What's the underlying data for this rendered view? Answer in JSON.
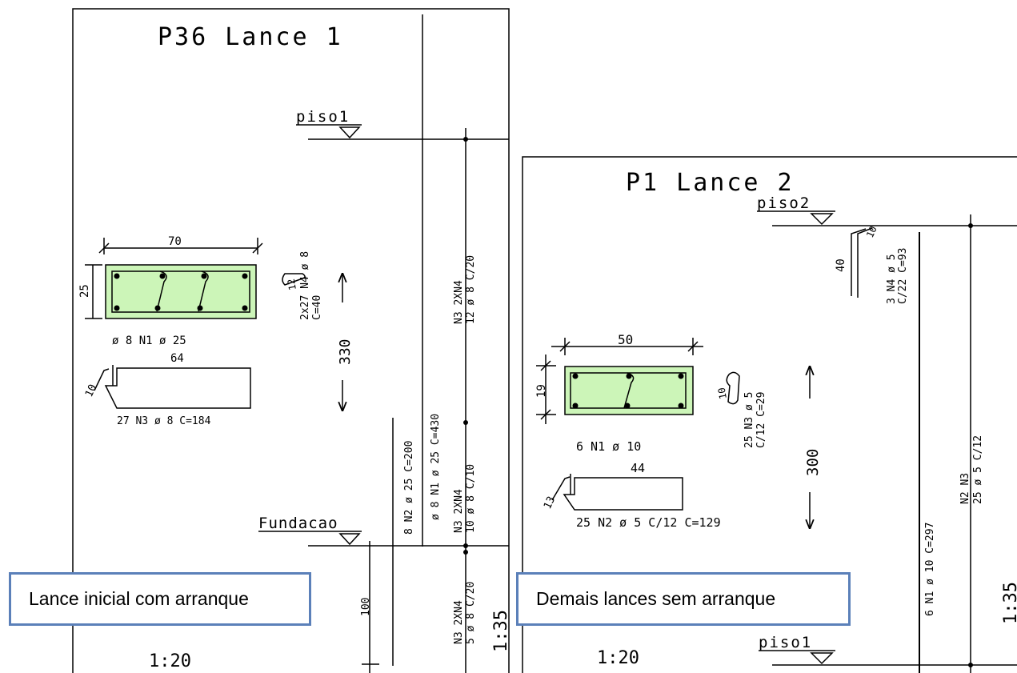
{
  "left": {
    "title": "P36 Lance 1",
    "level_top": "piso1",
    "level_bottom": "Fundacao",
    "section_width": "70",
    "section_height": "25",
    "n1_label": "ø 8 N1 ø 25",
    "n3_length": "64",
    "n3_hook": "10",
    "n3_label": "27 N3 ø 8 C=184",
    "stirrup_hook": "12",
    "stirrup_label_1": "2x27 N4 ø 8",
    "stirrup_label_2": "C=40",
    "height": "330",
    "bar_n3n4_a_1": "N3 2XN4",
    "bar_n3n4_a_2": "12 ø 8 C/20",
    "bar_n1": "ø 8 N1 ø 25 C=430",
    "bar_n2": "8 N2 ø 25 C=200",
    "bar_n3n4_b_1": "N3 2XN4",
    "bar_n3n4_b_2": "10 ø 8 C/10",
    "bar_n3n4_c_1": "N3 2XN4",
    "bar_n3n4_c_2": "5 ø 8 C/20",
    "depth": "100",
    "scale": "1:20",
    "scale_b": "1:35",
    "callout": "Lance inicial com arranque"
  },
  "right": {
    "title": "P1 Lance 2",
    "level_top": "piso2",
    "level_bottom": "piso1",
    "n4_hook": "10",
    "n4_len": "40",
    "n4_label_1": "3 N4 ø 5",
    "n4_label_2": "C/22 C=93",
    "section_width": "50",
    "section_height": "19",
    "stirrup_hook": "10",
    "stirrup_label_1": "25 N3 ø 5",
    "stirrup_label_2": "C/12 C=29",
    "n1_label": "6 N1 ø 10",
    "n2_length": "44",
    "n2_hook": "13",
    "n2_label": "25 N2 ø 5 C/12 C=129",
    "height": "300",
    "bar_n1": "6 N1 ø 10 C=297",
    "bar_n2n3_1": "N2 N3",
    "bar_n2n3_2": "25 ø 5 C/12",
    "scale": "1:20",
    "scale_b": "1:35",
    "callout": "Demais lances sem arranque"
  }
}
